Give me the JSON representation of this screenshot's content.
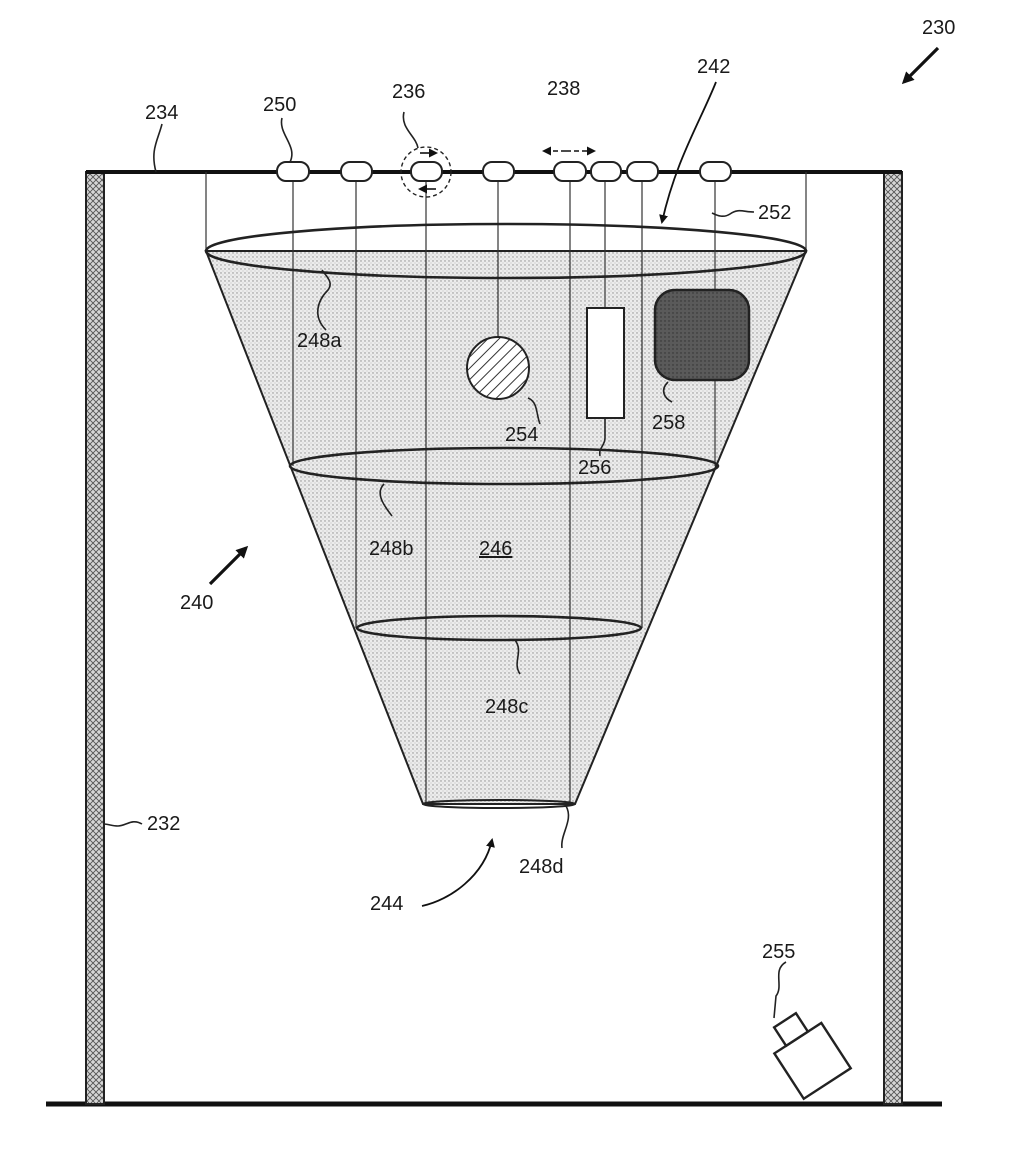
{
  "figure": {
    "labels": {
      "fig_ref": "230",
      "frame_post": "232",
      "rail": "234",
      "trolley_rotate": "236",
      "trolley_slide": "238",
      "cone_structure": "240",
      "cone_top": "242",
      "cone_bottom": "244",
      "cone_surface": "246",
      "ring_a": "248a",
      "ring_b": "248b",
      "ring_c": "248c",
      "ring_d": "248d",
      "trolley": "250",
      "suspension_wire": "252",
      "ball_object": "254",
      "camera": "255",
      "bar_object": "256",
      "block_object": "258"
    },
    "colors": {
      "line": "#222222",
      "cone_fill": "#e6e6e6",
      "block_fill": "#5a5a5a",
      "post_fill": "#c8c8c8"
    }
  }
}
